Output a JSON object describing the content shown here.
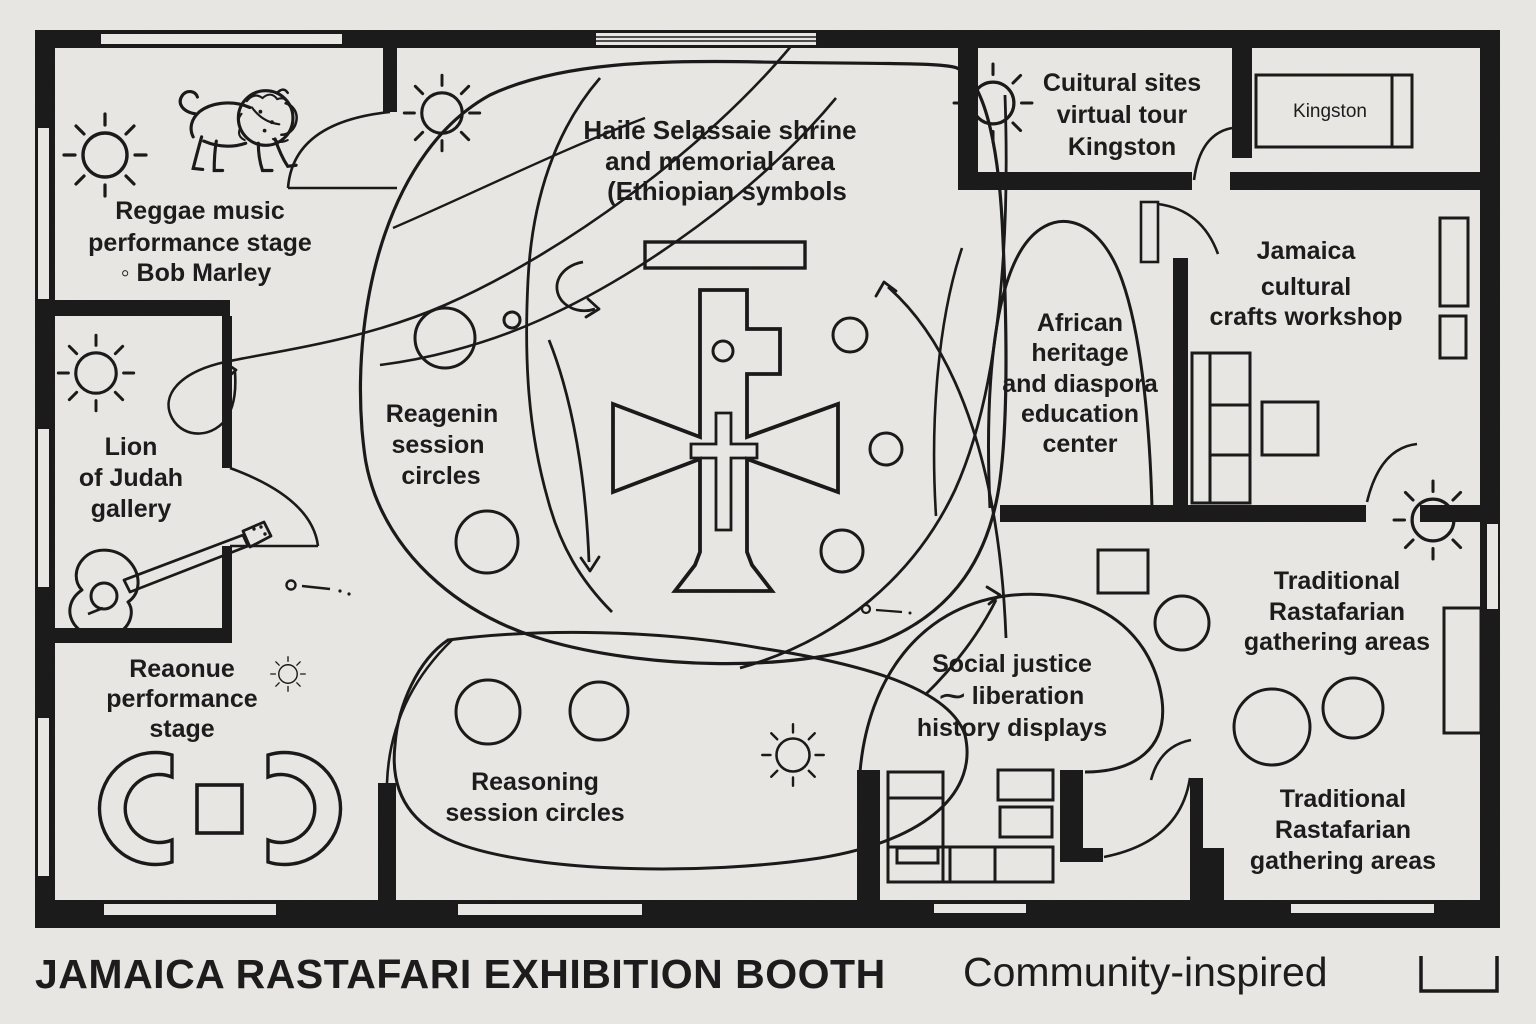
{
  "title": "JAMAICA RASTAFARI EXHIBITION BOOTH",
  "subtitle": "Community-inspired",
  "rooms": {
    "reggae_stage": {
      "lines": [
        "Reggae music",
        "performance stage",
        "◦ Bob Marley"
      ]
    },
    "lion_of_judah_gallery": {
      "lines": [
        "Lion",
        "of Judah",
        "gallery"
      ]
    },
    "reaonue_performance_stage": {
      "lines": [
        "Reaonue",
        "performance",
        "stage"
      ]
    },
    "haile_selassie_shrine": {
      "lines": [
        "Haile Selassaie shrine",
        "and memorial area",
        "(Ethiopian symbols"
      ]
    },
    "reagenin_session_circles": {
      "lines": [
        "Reagenin",
        "session",
        "circles"
      ]
    },
    "reasoning_session_circles": {
      "lines": [
        "Reasoning",
        "session circles"
      ]
    },
    "cultural_sites_virtual_tour": {
      "lines": [
        "Cuitural sites",
        "virtual tour",
        "Kingston"
      ]
    },
    "kingston_room": {
      "label": "Kingston"
    },
    "jamaica_cultural_crafts_workshop": {
      "lines": [
        "Jamaica",
        "cultural",
        "crafts workshop"
      ]
    },
    "african_heritage_center": {
      "lines": [
        "African",
        "heritage",
        "and diaspora",
        "education",
        "center"
      ]
    },
    "social_justice_displays": {
      "lines": [
        "Social justice",
        "⁓ liberation",
        "history displays"
      ]
    },
    "gathering_area_1": {
      "lines": [
        "Traditional",
        "Rastafarian",
        "gathering areas"
      ]
    },
    "gathering_area_2": {
      "lines": [
        "Traditional",
        "Rastafarian",
        "gathering areas"
      ]
    }
  },
  "icons": [
    "sun-icon",
    "lion-icon",
    "guitar-icon",
    "ethiopian-cross-icon",
    "stage-crescents-icon",
    "scale-bracket-icon"
  ],
  "colors": {
    "wall": "#1b1b1b",
    "floor": "#e9e8e5",
    "line": "#1a1a1a",
    "text": "#1c1c1c"
  }
}
